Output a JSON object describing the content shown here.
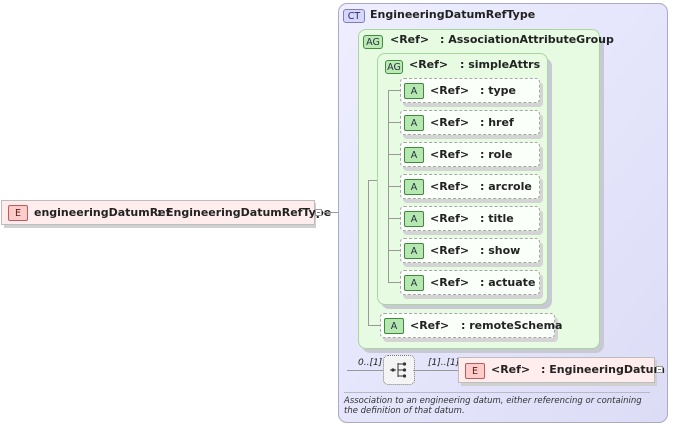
{
  "root_element": {
    "tag": "E",
    "name": "engineeringDatumRef",
    "type_sep": ":",
    "type": "EngineeringDatumRefType"
  },
  "complex_type": {
    "tag": "CT",
    "name": "EngineeringDatumRefType"
  },
  "association_group": {
    "tag": "AG",
    "ref": "<Ref>",
    "name": ": AssociationAttributeGroup"
  },
  "simple_attrs": {
    "tag": "AG",
    "ref": "<Ref>",
    "name": ": simpleAttrs",
    "attributes": [
      {
        "tag": "A",
        "ref": "<Ref>",
        "name": ": type"
      },
      {
        "tag": "A",
        "ref": "<Ref>",
        "name": ": href"
      },
      {
        "tag": "A",
        "ref": "<Ref>",
        "name": ": role"
      },
      {
        "tag": "A",
        "ref": "<Ref>",
        "name": ": arcrole"
      },
      {
        "tag": "A",
        "ref": "<Ref>",
        "name": ": title"
      },
      {
        "tag": "A",
        "ref": "<Ref>",
        "name": ": show"
      },
      {
        "tag": "A",
        "ref": "<Ref>",
        "name": ": actuate"
      }
    ]
  },
  "remote_schema": {
    "tag": "A",
    "ref": "<Ref>",
    "name": ": remoteSchema"
  },
  "sequence": {
    "occurs_left": "0..[1]",
    "occurs_right": "[1]..[1]"
  },
  "child_element": {
    "tag": "E",
    "ref": "<Ref>",
    "name": ": EngineeringDatum"
  },
  "description": "Association to an engineering datum, either referencing or containing the definition of that datum."
}
